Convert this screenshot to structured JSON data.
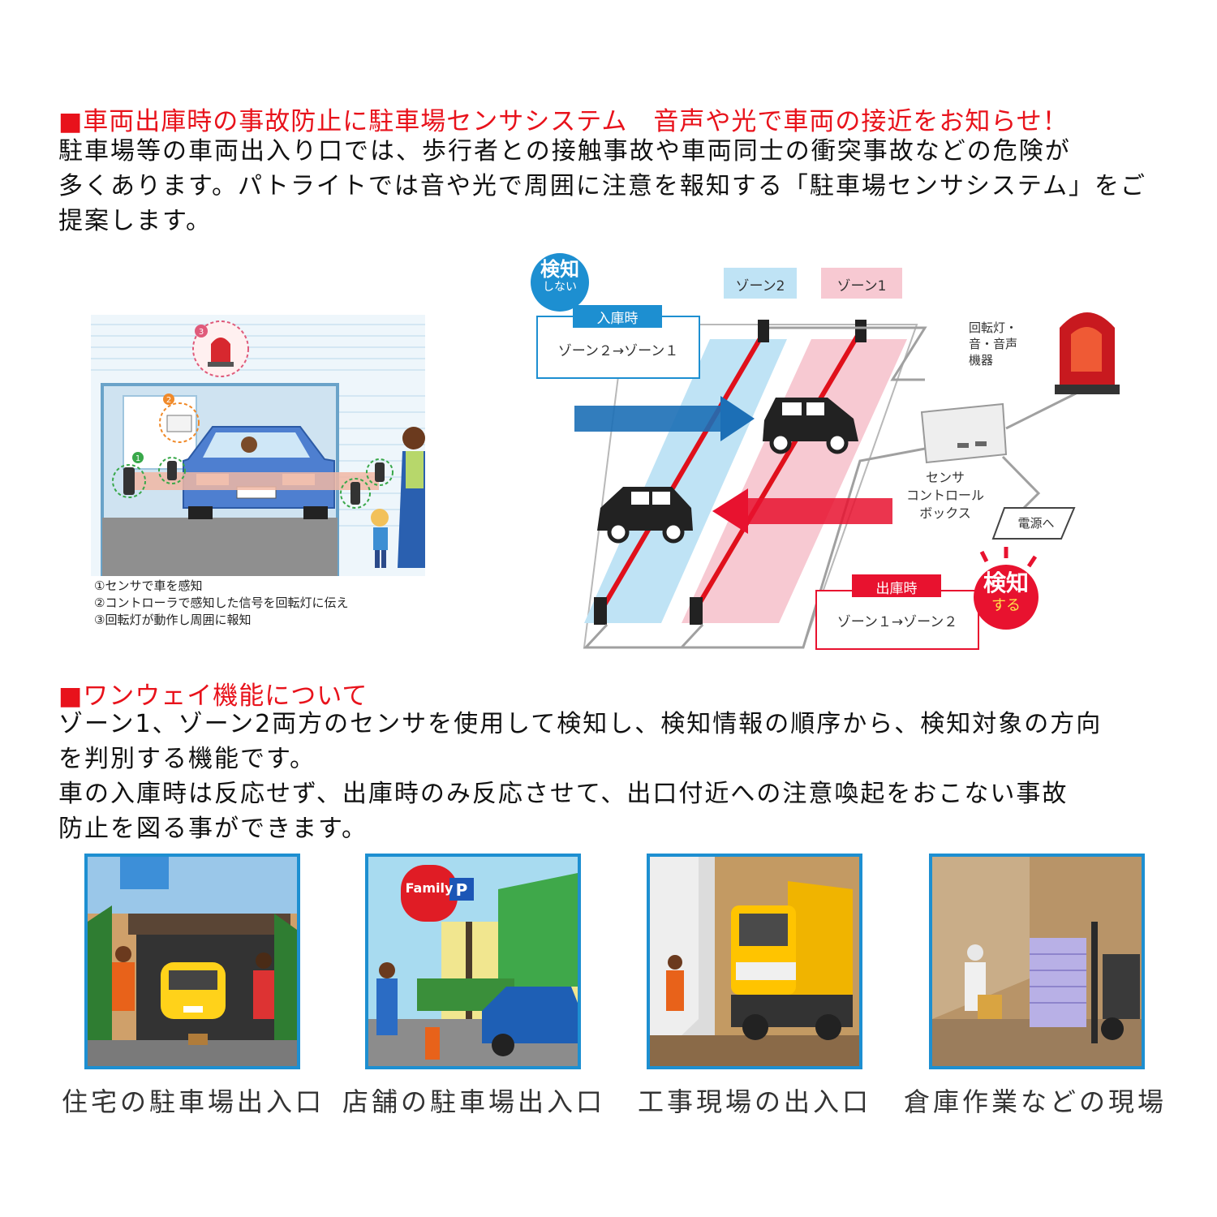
{
  "section1": {
    "title": "■車両出庫時の事故防止に駐車場センサシステム　音声や光で車両の接近をお知らせ！",
    "lines": [
      "駐車場等の車両出入り口では、歩行者との接触事故や車両同士の衝突事故などの危険が",
      "多くあります。パトライトでは音や光で周囲に注意を報知する「駐車場センサシステム」をご",
      "提案します。"
    ]
  },
  "illustration": {
    "markers": [
      "1",
      "2",
      "3"
    ],
    "steps": [
      "①センサで車を感知",
      "②コントローラで感知した信号を回転灯に伝え",
      "③回転灯が動作し周囲に報知"
    ]
  },
  "diagram": {
    "zone2": "ゾーン2",
    "zone1": "ゾーン1",
    "no_detect_badge": {
      "top": "検知",
      "bottom": "しない"
    },
    "entry": {
      "label": "入庫時",
      "sequence": "ゾーン２→ゾーン１"
    },
    "exit": {
      "label": "出庫時",
      "sequence": "ゾーン１→ゾーン２"
    },
    "detect_badge": {
      "top": "検知",
      "bottom": "する"
    },
    "light_label": [
      "回転灯・",
      "音・音声",
      "機器"
    ],
    "box_label": [
      "センサ",
      "コントロール",
      "ボックス"
    ],
    "power_label": "電源へ",
    "colors": {
      "zone2": "#bfe3f5",
      "zone1": "#f7c9d2",
      "entry_blue": "#1c6fb6",
      "exit_red": "#e8122f",
      "badge_blue": "#1d8fd1",
      "badge_red": "#e8122f"
    }
  },
  "section2": {
    "title": "■ワンウェイ機能について",
    "lines": [
      "ゾーン1、ゾーン2両方のセンサを使用して検知し、検知情報の順序から、検知対象の方向",
      "を判別する機能です。",
      "車の入庫時は反応せず、出庫時のみ反応させて、出口付近への注意喚起をおこない事故",
      "防止を図る事ができます。"
    ]
  },
  "examples": [
    {
      "caption": "住宅の駐車場出入口"
    },
    {
      "caption": "店舗の駐車場出入口",
      "sign_text": "Family",
      "parking_sign": "P"
    },
    {
      "caption": "工事現場の出入口"
    },
    {
      "caption": "倉庫作業などの現場"
    }
  ]
}
